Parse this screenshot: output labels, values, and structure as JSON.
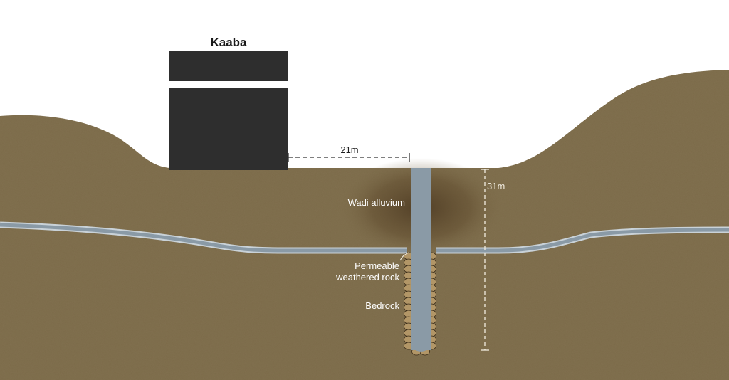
{
  "diagram": {
    "title": "Kaaba",
    "labels": {
      "distance": "21m",
      "depth": "31m",
      "alluvium": "Wadi alluvium",
      "weathered_line1": "Permeable",
      "weathered_line2": "weathered rock",
      "bedrock": "Bedrock"
    },
    "colors": {
      "ground": "#7b6a48",
      "ground_dark": "#4e3a22",
      "water": "#8a9aa6",
      "water_edge": "#c9d2d8",
      "kaaba": "#2e2e2e",
      "stone": "#b29667",
      "sky": "#ffffff"
    }
  }
}
